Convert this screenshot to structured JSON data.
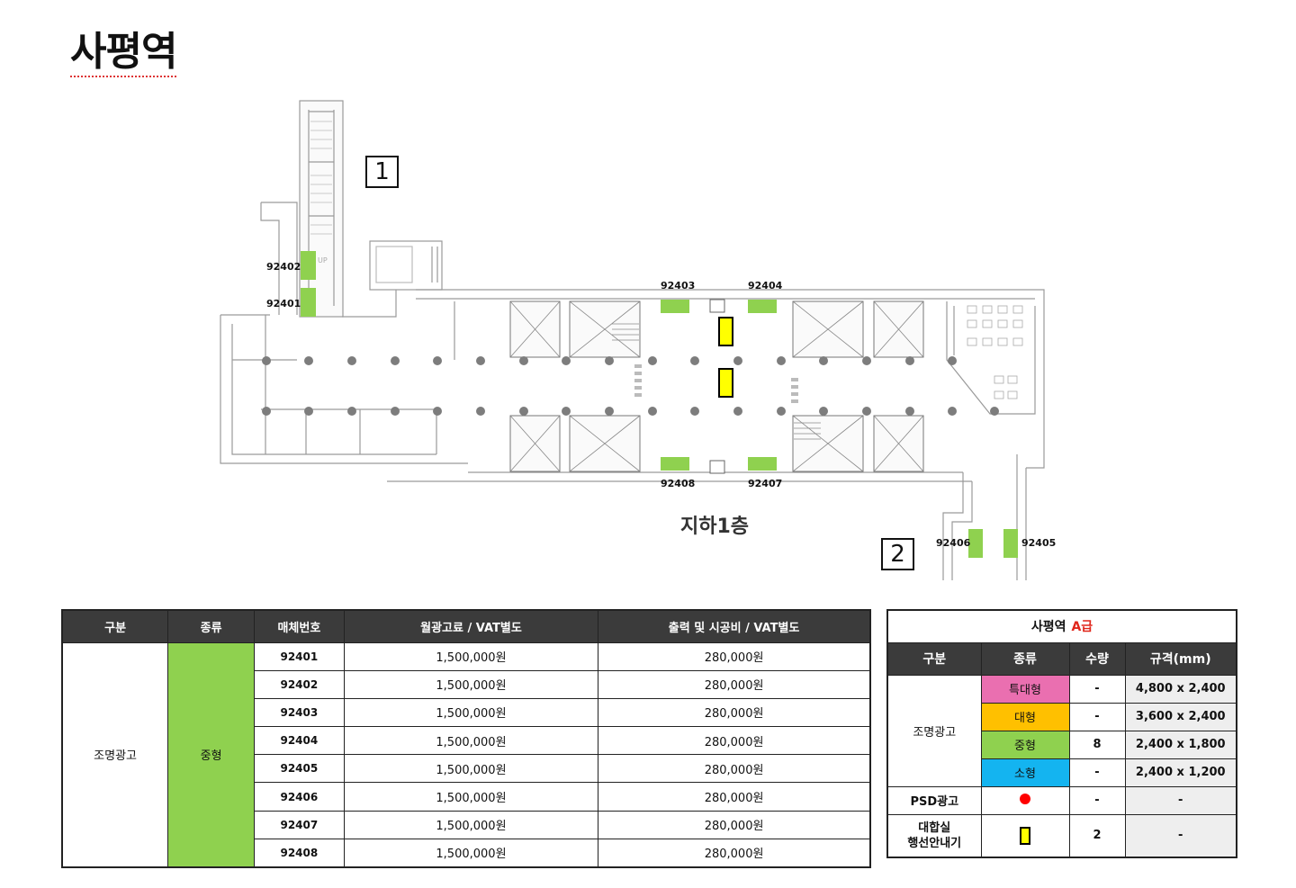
{
  "page": {
    "title": "사평역"
  },
  "plan": {
    "floor_name": "지하1층",
    "entrances": [
      "1",
      "2"
    ],
    "up_label": "UP",
    "ad_spots": [
      {
        "id": "92401"
      },
      {
        "id": "92402"
      },
      {
        "id": "92403"
      },
      {
        "id": "92404"
      },
      {
        "id": "92405"
      },
      {
        "id": "92406"
      },
      {
        "id": "92407"
      },
      {
        "id": "92408"
      }
    ]
  },
  "price_table": {
    "headers": [
      "구분",
      "종류",
      "매체번호",
      "월광고료 / VAT별도",
      "출력 및 시공비 / VAT별도"
    ],
    "category": "조명광고",
    "type": "중형",
    "rows": [
      {
        "media": "92401",
        "monthly": "1,500,000원",
        "install": "280,000원"
      },
      {
        "media": "92402",
        "monthly": "1,500,000원",
        "install": "280,000원"
      },
      {
        "media": "92403",
        "monthly": "1,500,000원",
        "install": "280,000원"
      },
      {
        "media": "92404",
        "monthly": "1,500,000원",
        "install": "280,000원"
      },
      {
        "media": "92405",
        "monthly": "1,500,000원",
        "install": "280,000원"
      },
      {
        "media": "92406",
        "monthly": "1,500,000원",
        "install": "280,000원"
      },
      {
        "media": "92407",
        "monthly": "1,500,000원",
        "install": "280,000원"
      },
      {
        "media": "92408",
        "monthly": "1,500,000원",
        "install": "280,000원"
      }
    ]
  },
  "summary": {
    "station": "사평역",
    "grade": "A급",
    "headers": [
      "구분",
      "종류",
      "수량",
      "규격(mm)"
    ],
    "lighting": {
      "label": "조명광고",
      "rows": [
        {
          "type": "특대형",
          "qty": "-",
          "size": "4,800 x 2,400",
          "color": "#ea6fb0"
        },
        {
          "type": "대형",
          "qty": "-",
          "size": "3,600 x 2,400",
          "color": "#ffc000"
        },
        {
          "type": "중형",
          "qty": "8",
          "size": "2,400 x 1,800",
          "color": "#8fd14f"
        },
        {
          "type": "소형",
          "qty": "-",
          "size": "2,400 x 1,200",
          "color": "#14b4f0"
        }
      ]
    },
    "psd": {
      "label": "PSD광고",
      "qty": "-",
      "size": "-",
      "icon": "red-dot-icon"
    },
    "guide": {
      "label_line1": "대합실",
      "label_line2": "행선안내기",
      "qty": "2",
      "size": "-",
      "icon": "yellow-rect-icon"
    }
  }
}
